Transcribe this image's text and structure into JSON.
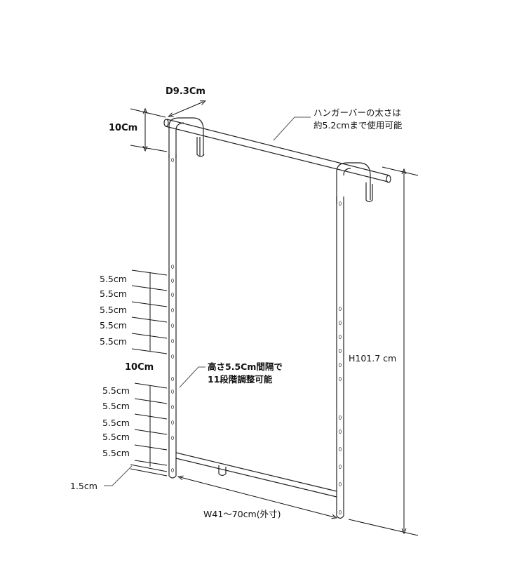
{
  "diagram": {
    "depth_label": "D9.3Cm",
    "top_offset_label": "10Cm",
    "bar_note": [
      "ハンガーバーの太さは",
      "約5.2cmまで使用可能"
    ],
    "height_note": [
      "高さ5.5Cm間隔で",
      "11段階調整可能"
    ],
    "upper_steps": [
      "5.5cm",
      "5.5cm",
      "5.5cm",
      "5.5cm",
      "5.5cm"
    ],
    "middle_gap_label": "10Cm",
    "lower_steps": [
      "5.5cm",
      "5.5cm",
      "5.5cm",
      "5.5cm",
      "5.5cm"
    ],
    "bottom_offset_label": "1.5cm",
    "width_label": "W41～70cm(外寸)",
    "height_label": "H101.7 cm"
  }
}
